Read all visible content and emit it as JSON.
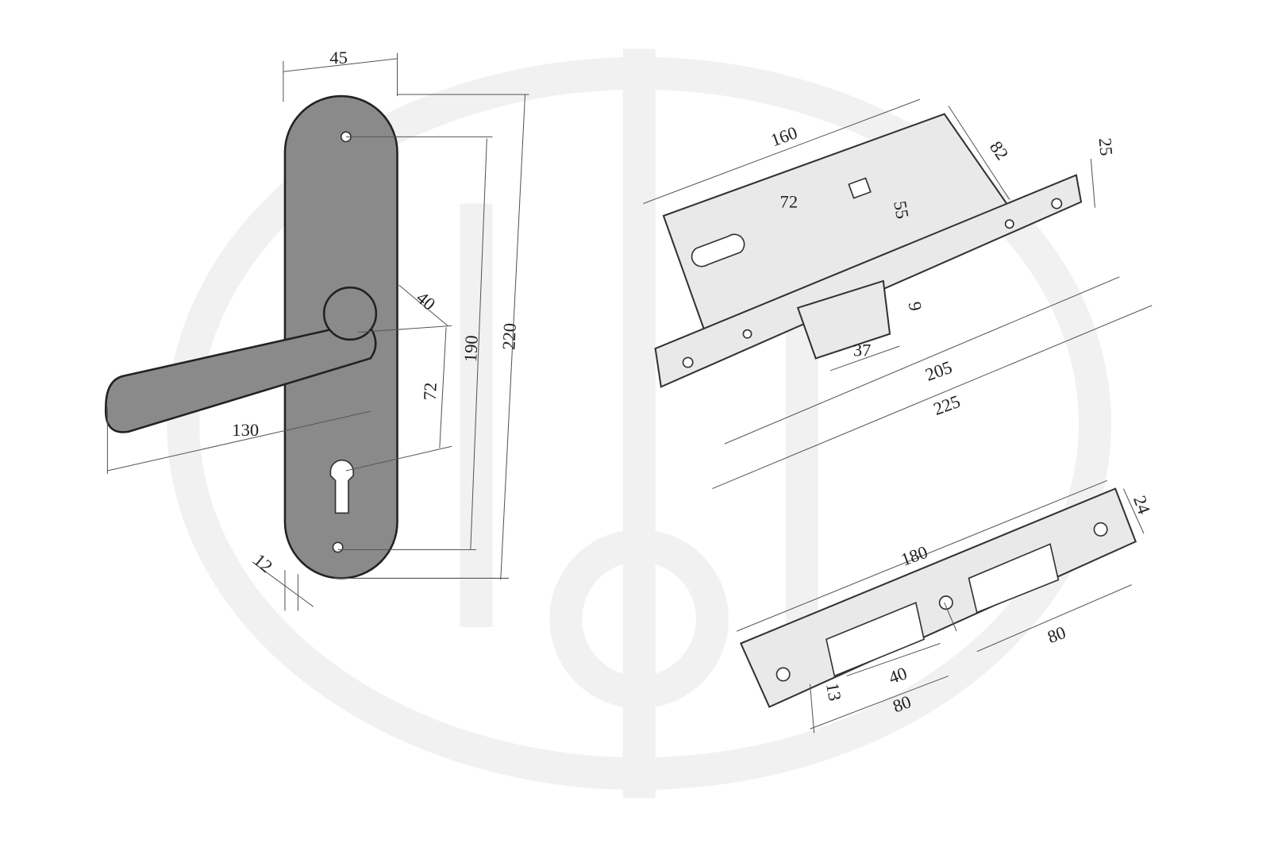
{
  "colors": {
    "line": "#333333",
    "metal": "#e9e9e9",
    "cast": "#8a8a8a",
    "watermark": "#f1f1f1"
  },
  "handle": {
    "width": "45",
    "total_height": "220",
    "hole_spacing": "190",
    "lever_offset": "40",
    "lever_to_cylinder": "72",
    "lever_length": "130",
    "plate_thickness": "12"
  },
  "lock": {
    "body_length": "160",
    "backset": "82",
    "faceplate_width": "25",
    "center_distance": "72",
    "cylinder_offset": "55",
    "bolt_thickness": "9",
    "bolt_width": "37",
    "inner_length": "205",
    "faceplate_length": "225"
  },
  "strike": {
    "length": "180",
    "width": "24",
    "hole_spacing_right": "80",
    "slot_width": "40",
    "hole_spacing_left": "80",
    "edge_offset": "13"
  }
}
